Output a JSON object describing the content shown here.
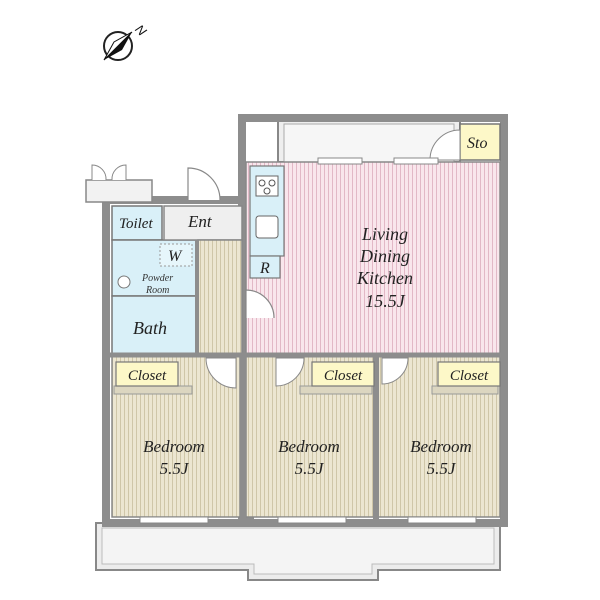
{
  "compass": {
    "north_label": "N",
    "icon": "compass-icon"
  },
  "colors": {
    "wall": "#8d8d8d",
    "bedroom_floor": "#e9e4cf",
    "ldk_floor": "#f7e4e9",
    "wet_area": "#d9f0f8",
    "corridor_floor": "#ece6d2",
    "balcony": "#ececec",
    "tag_fill": "#fdf8c8"
  },
  "rooms": {
    "ldk": {
      "line1": "Living",
      "line2": "Dining",
      "line3": "Kitchen",
      "size": "15.5J"
    },
    "bedroom_left": {
      "name": "Bedroom",
      "size": "5.5J"
    },
    "bedroom_center": {
      "name": "Bedroom",
      "size": "5.5J"
    },
    "bedroom_right": {
      "name": "Bedroom",
      "size": "5.5J"
    },
    "toilet": {
      "name": "Toilet"
    },
    "entrance": {
      "name": "Ent"
    },
    "washer": {
      "name": "W"
    },
    "powder_room": {
      "line1": "Powder",
      "line2": "Room"
    },
    "bath": {
      "name": "Bath"
    },
    "refrigerator": {
      "name": "R"
    },
    "storage": {
      "name": "Sto"
    }
  },
  "closets": {
    "left": "Closet",
    "center": "Closet",
    "right": "Closet"
  }
}
